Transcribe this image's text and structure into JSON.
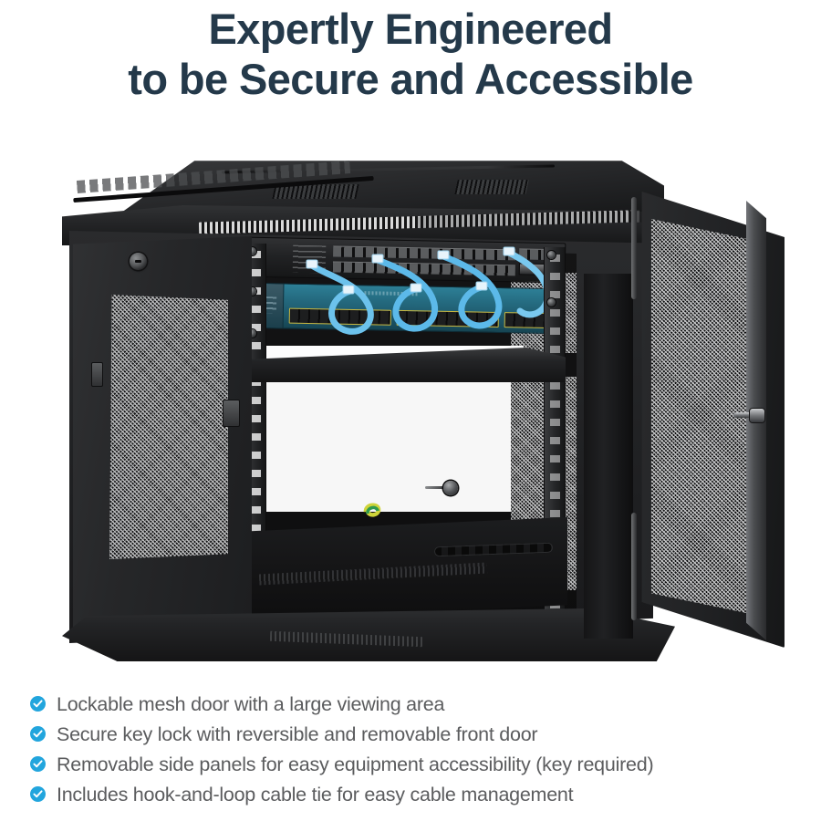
{
  "heading": {
    "line1": "Expertly Engineered",
    "line2": "to be Secure and Accessible",
    "color": "#24394a"
  },
  "product": {
    "name": "wall-mount-network-rack-cabinet",
    "body_color": "#1f2022",
    "parts": {
      "top_panel": "vented-top-panel",
      "left_side_panel": "removable-left-side-panel",
      "side_lock": "side-panel-key-lock",
      "side_mesh_vent": "side-panel-mesh-vent",
      "front_vent_strip": "front-top-vent-slots",
      "mesh_door": "lockable-front-mesh-door",
      "door_latch": "door-latch-handle",
      "shelf": "vented-equipment-shelf",
      "rails": "square-hole-mounting-rails",
      "ground_wire": "grounding-wire",
      "base": "base-plinth"
    },
    "equipment": [
      {
        "name": "black-rack-switch",
        "color": "#212224",
        "ports": 24
      },
      {
        "name": "teal-cisco-switch",
        "color": "#24697e",
        "ports": 24
      }
    ],
    "cables": {
      "name": "blue-ethernet-patch-cables",
      "color": "#57b6e8",
      "count": 4
    }
  },
  "features": {
    "bullet_color": "#22a5dd",
    "text_color": "#5b5c5e",
    "items": [
      "Lockable mesh door with a large viewing area",
      "Secure key lock with reversible and removable front door",
      "Removable side panels for easy equipment accessibility (key required)",
      "Includes hook-and-loop cable tie for easy cable management"
    ]
  }
}
